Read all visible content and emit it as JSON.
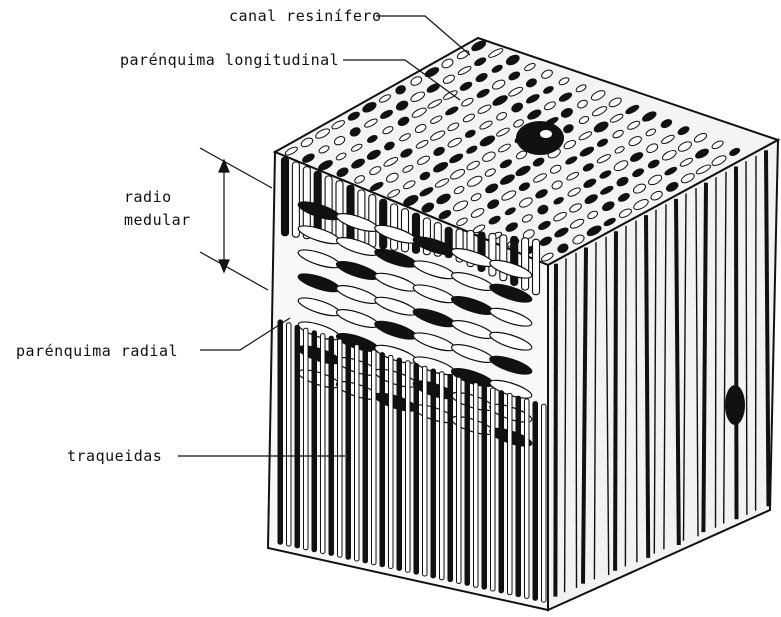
{
  "labels": {
    "canal_resinifero": "canal resinífero",
    "parenquima_longitudinal": "parénquima longitudinal",
    "radio_medular_line1": "radio",
    "radio_medular_line2": "medular",
    "parenquima_radial": "parénquima radial",
    "traqueidas": "traqueidas"
  },
  "colors": {
    "ink": "#111111",
    "paper": "#ffffff",
    "face_top": "#f4f4f4",
    "face_front": "#f8f8f8",
    "face_side": "#f2f2f2"
  }
}
